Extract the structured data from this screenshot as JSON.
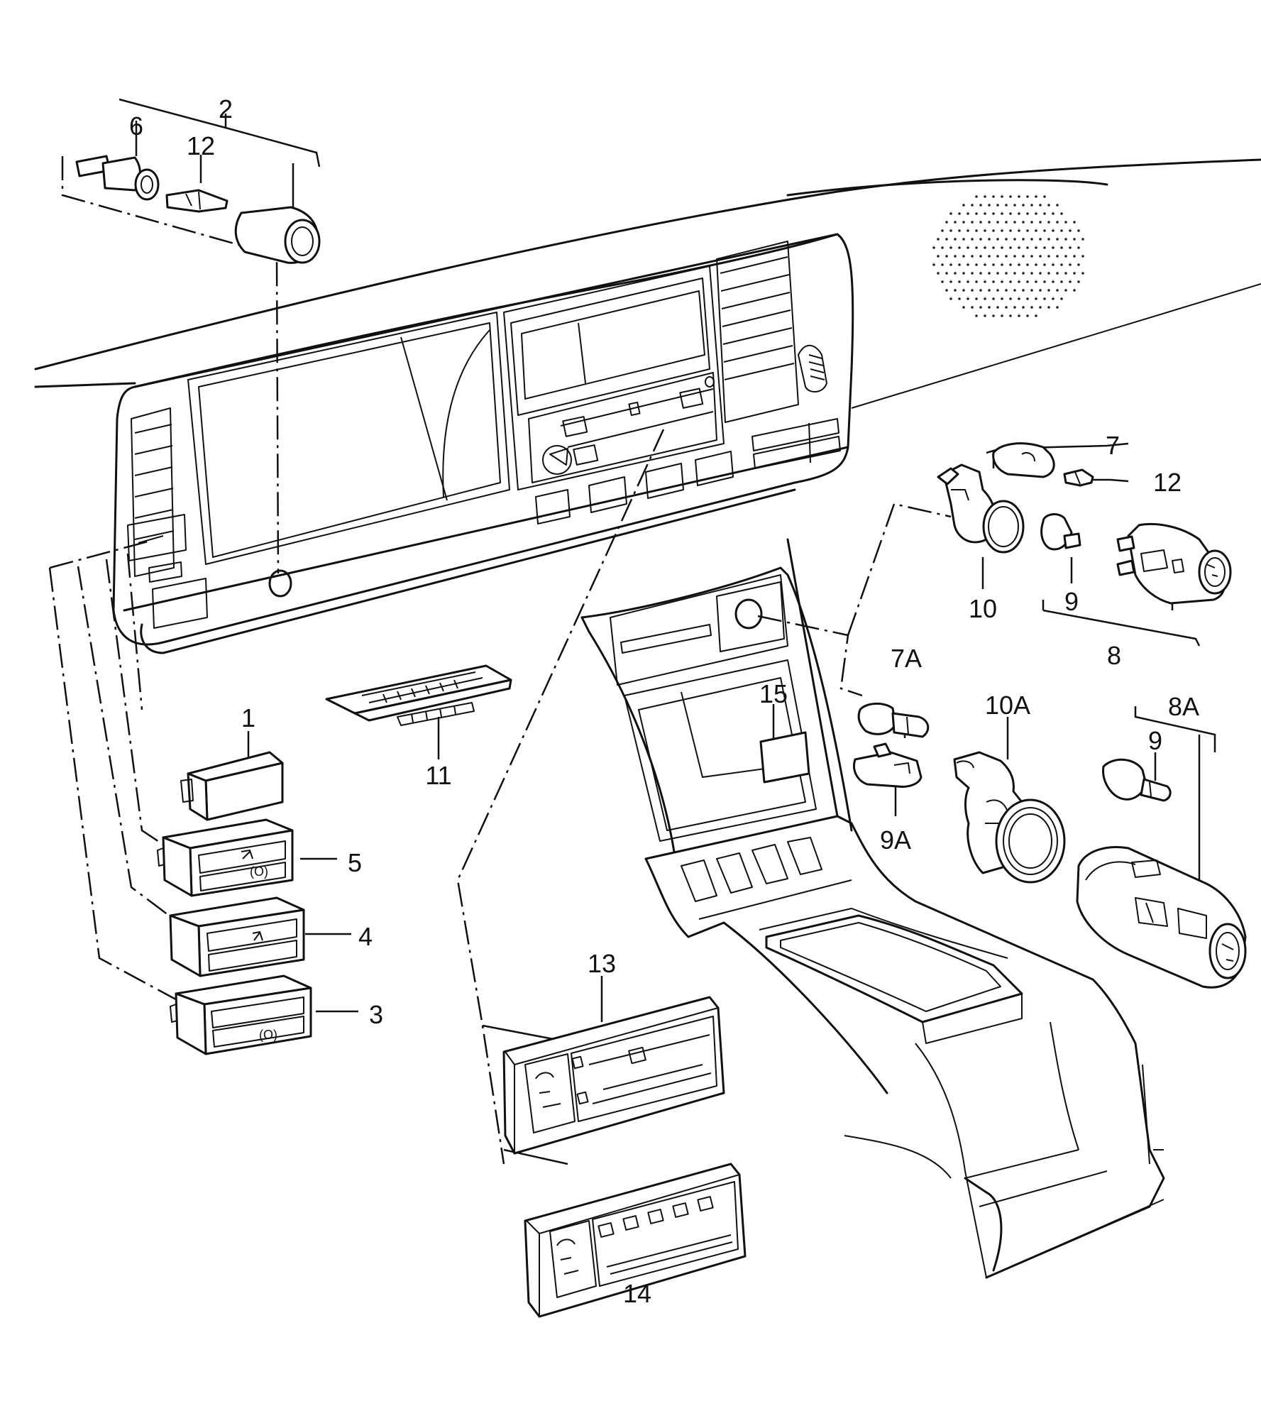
{
  "diagram": {
    "callouts": [
      {
        "id": "c1",
        "text": "1"
      },
      {
        "id": "c2",
        "text": "2"
      },
      {
        "id": "c3",
        "text": "3"
      },
      {
        "id": "c4",
        "text": "4"
      },
      {
        "id": "c5",
        "text": "5"
      },
      {
        "id": "c6",
        "text": "6"
      },
      {
        "id": "c7",
        "text": "7"
      },
      {
        "id": "c7a",
        "text": "7A"
      },
      {
        "id": "c8",
        "text": "8"
      },
      {
        "id": "c8a",
        "text": "8A"
      },
      {
        "id": "c9",
        "text": "9"
      },
      {
        "id": "c9b",
        "text": "9"
      },
      {
        "id": "c9a",
        "text": "9A"
      },
      {
        "id": "c10",
        "text": "10"
      },
      {
        "id": "c10a",
        "text": "10A"
      },
      {
        "id": "c11",
        "text": "11"
      },
      {
        "id": "c12",
        "text": "12"
      },
      {
        "id": "c12b",
        "text": "12"
      },
      {
        "id": "c13",
        "text": "13"
      },
      {
        "id": "c14",
        "text": "14"
      },
      {
        "id": "c15",
        "text": "15"
      }
    ]
  }
}
